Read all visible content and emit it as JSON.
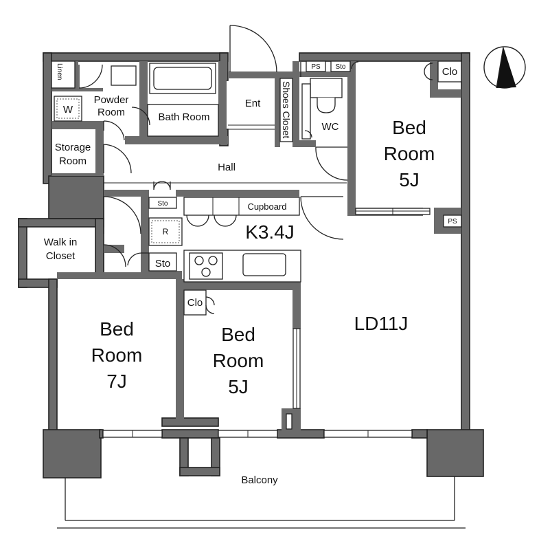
{
  "rooms": {
    "linen": "Linen",
    "washer": "W",
    "powder_room": [
      "Powder",
      "Room"
    ],
    "bath_room": "Bath Room",
    "storage_room": [
      "Storage",
      "Room"
    ],
    "entrance": "Ent",
    "shoes_closet": "Shoes Closet",
    "wc": "WC",
    "hall": "Hall",
    "pipe_space": "PS",
    "storage": "Sto",
    "closet": "Clo",
    "bedroom_ne": [
      "Bed",
      "Room",
      "5J"
    ],
    "cupboard": "Cupboard",
    "kitchen": "K3.4J",
    "refrigerator": "R",
    "walk_in_closet": [
      "Walk in",
      "Closet"
    ],
    "bedroom_sw": [
      "Bed",
      "Room",
      "7J"
    ],
    "bedroom_s": [
      "Bed",
      "Room",
      "5J"
    ],
    "living_dining": "LD11J",
    "balcony": "Balcony"
  },
  "icons": {
    "north_arrow": "north-arrow-icon",
    "door": "door-swing-icon",
    "stove": "gas-burner-icon",
    "sink": "sink-icon",
    "toilet": "toilet-icon",
    "bathtub": "bathtub-icon"
  },
  "colors": {
    "wall": "#6b6b6b",
    "line": "#222222",
    "background": "#ffffff"
  }
}
